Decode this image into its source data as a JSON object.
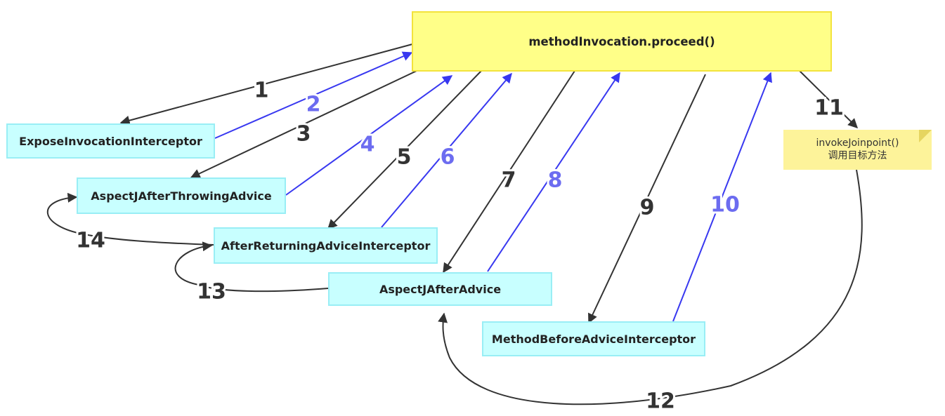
{
  "nodes": {
    "main": "methodInvocation.proceed()",
    "expose": "ExposeInvocationInterceptor",
    "throwing": "AspectJAfterThrowingAdvice",
    "returning": "AfterReturningAdviceInterceptor",
    "after": "AspectJAfterAdvice",
    "before": "MethodBeforeAdviceInterceptor"
  },
  "note": {
    "line1": "invokeJoinpoint()",
    "line2": "调用目标方法"
  },
  "colors": {
    "call_arrow": "#333333",
    "return_arrow": "#3838f0",
    "call_label": "#333333",
    "return_label": "#6c6cf0",
    "main_fill": "#ffff88",
    "node_fill": "#c8ffff",
    "note_fill": "#fdf39a"
  },
  "steps": [
    {
      "label": "1",
      "kind": "call"
    },
    {
      "label": "2",
      "kind": "return"
    },
    {
      "label": "3",
      "kind": "call"
    },
    {
      "label": "4",
      "kind": "return"
    },
    {
      "label": "5",
      "kind": "call"
    },
    {
      "label": "6",
      "kind": "return"
    },
    {
      "label": "7",
      "kind": "call"
    },
    {
      "label": "8",
      "kind": "return"
    },
    {
      "label": "9",
      "kind": "call"
    },
    {
      "label": "10",
      "kind": "return"
    },
    {
      "label": "11",
      "kind": "call"
    },
    {
      "label": "12",
      "kind": "call"
    },
    {
      "label": "13",
      "kind": "call"
    },
    {
      "label": "14",
      "kind": "call"
    }
  ]
}
